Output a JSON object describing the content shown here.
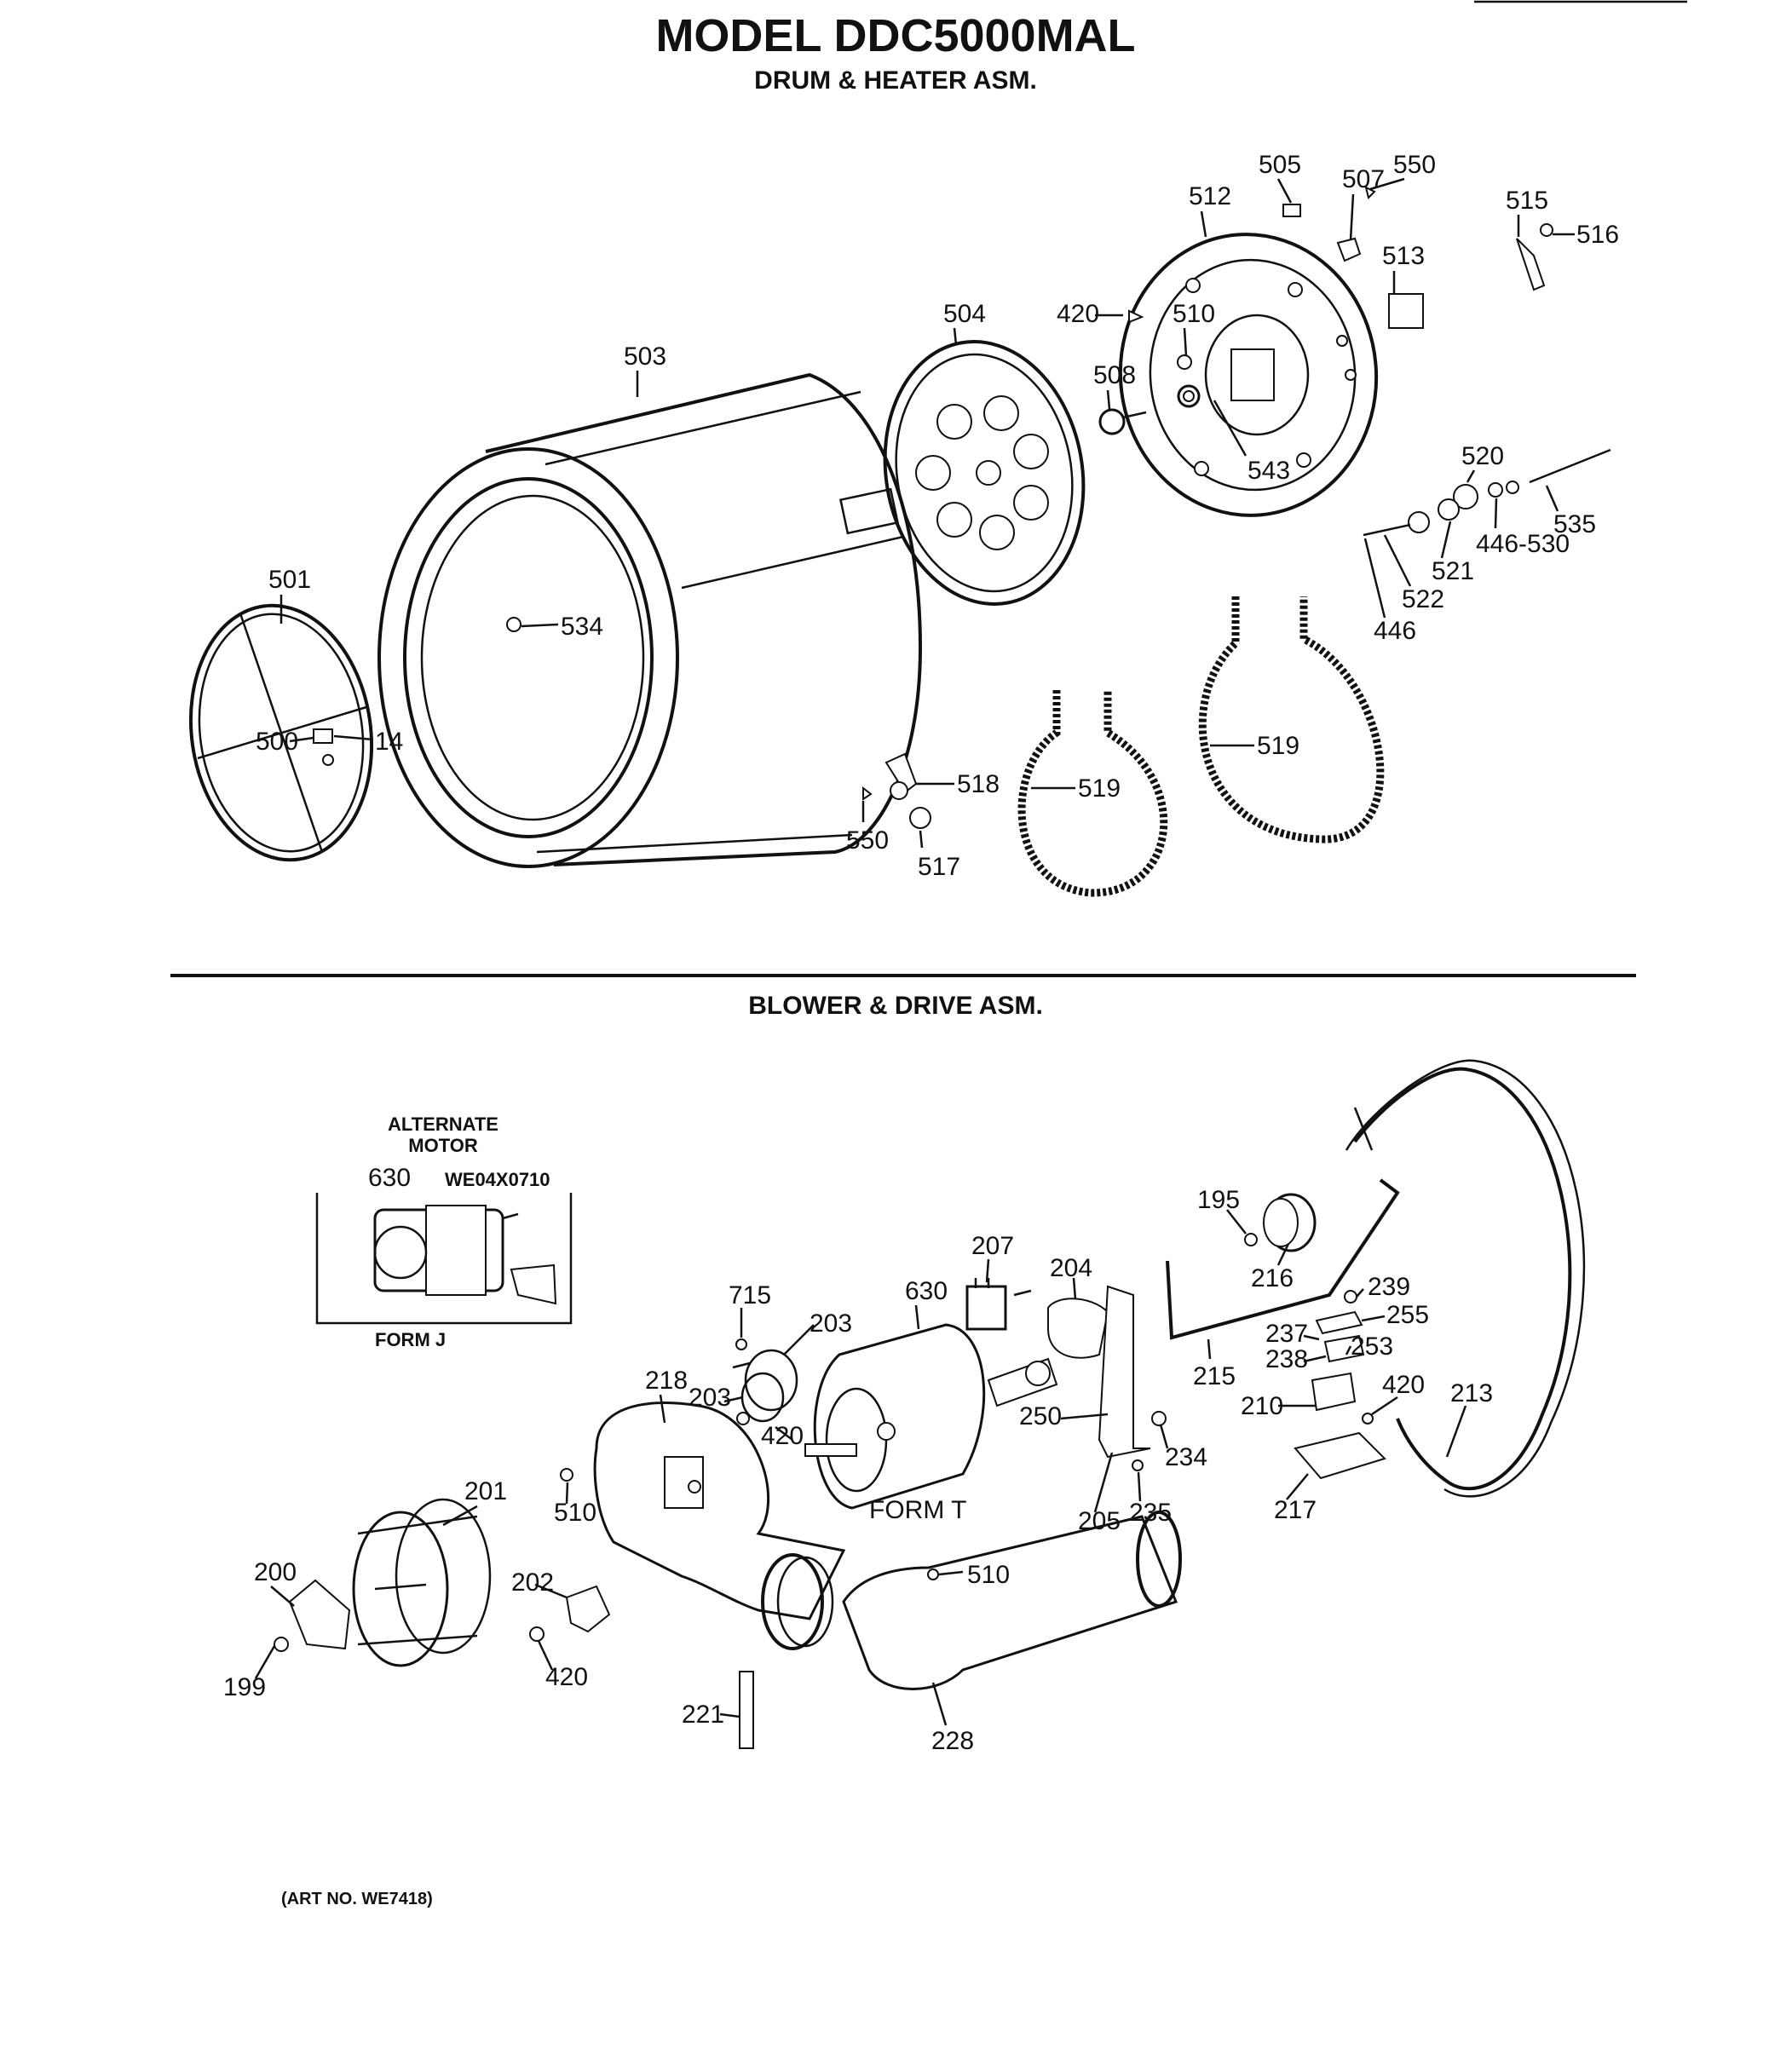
{
  "header": {
    "model": "MODEL DDC5000MAL",
    "section_top": "DRUM & HEATER ASM.",
    "section_bottom": "BLOWER & DRIVE ASM."
  },
  "alternate_motor": {
    "title_line1": "ALTERNATE",
    "title_line2": "MOTOR",
    "part_no": "630",
    "catalog_no": "WE04X0710",
    "form": "FORM J"
  },
  "form_t": "FORM T",
  "footer": {
    "art_no": "(ART NO. WE7418)"
  },
  "callouts_drum": [
    "505",
    "507",
    "550",
    "512",
    "515",
    "516",
    "513",
    "504",
    "420",
    "510",
    "503",
    "508",
    "543",
    "520",
    "535",
    "446-530",
    "521",
    "522",
    "446",
    "501",
    "534",
    "500",
    "14",
    "518",
    "519",
    "519",
    "550",
    "517"
  ],
  "callouts_blower": [
    "195",
    "207",
    "204",
    "216",
    "239",
    "255",
    "715",
    "203",
    "630",
    "237",
    "253",
    "238",
    "420",
    "213",
    "218",
    "203",
    "215",
    "210",
    "420",
    "250",
    "234",
    "201",
    "510",
    "205",
    "235",
    "217",
    "200",
    "202",
    "510",
    "199",
    "420",
    "221",
    "228"
  ]
}
